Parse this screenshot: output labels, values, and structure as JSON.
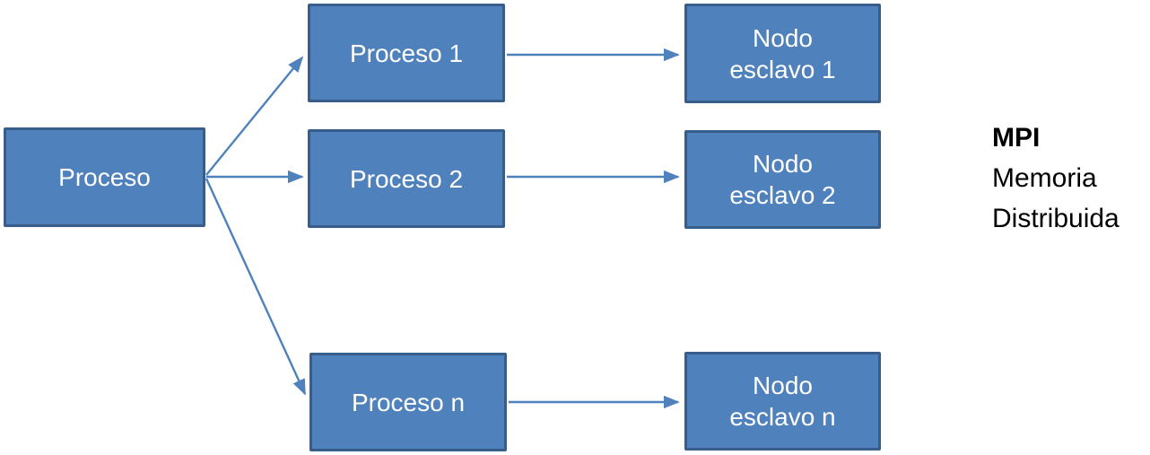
{
  "diagram": {
    "master": {
      "label": "Proceso"
    },
    "workers": [
      {
        "label": "Proceso 1"
      },
      {
        "label": "Proceso 2"
      },
      {
        "label": "Proceso n"
      }
    ],
    "slave_nodes": [
      {
        "label": "Nodo esclavo 1"
      },
      {
        "label": "Nodo esclavo 2"
      },
      {
        "label": "Nodo esclavo n"
      }
    ],
    "caption": {
      "title": "MPI",
      "subtitle_line1": "Memoria",
      "subtitle_line2": "Distribuida"
    },
    "colors": {
      "box_fill": "#4f81bd",
      "box_border": "#385d8a",
      "box_text": "#ffffff",
      "arrow": "#4f81bd",
      "caption_text": "#000000",
      "background": "#ffffff"
    }
  }
}
